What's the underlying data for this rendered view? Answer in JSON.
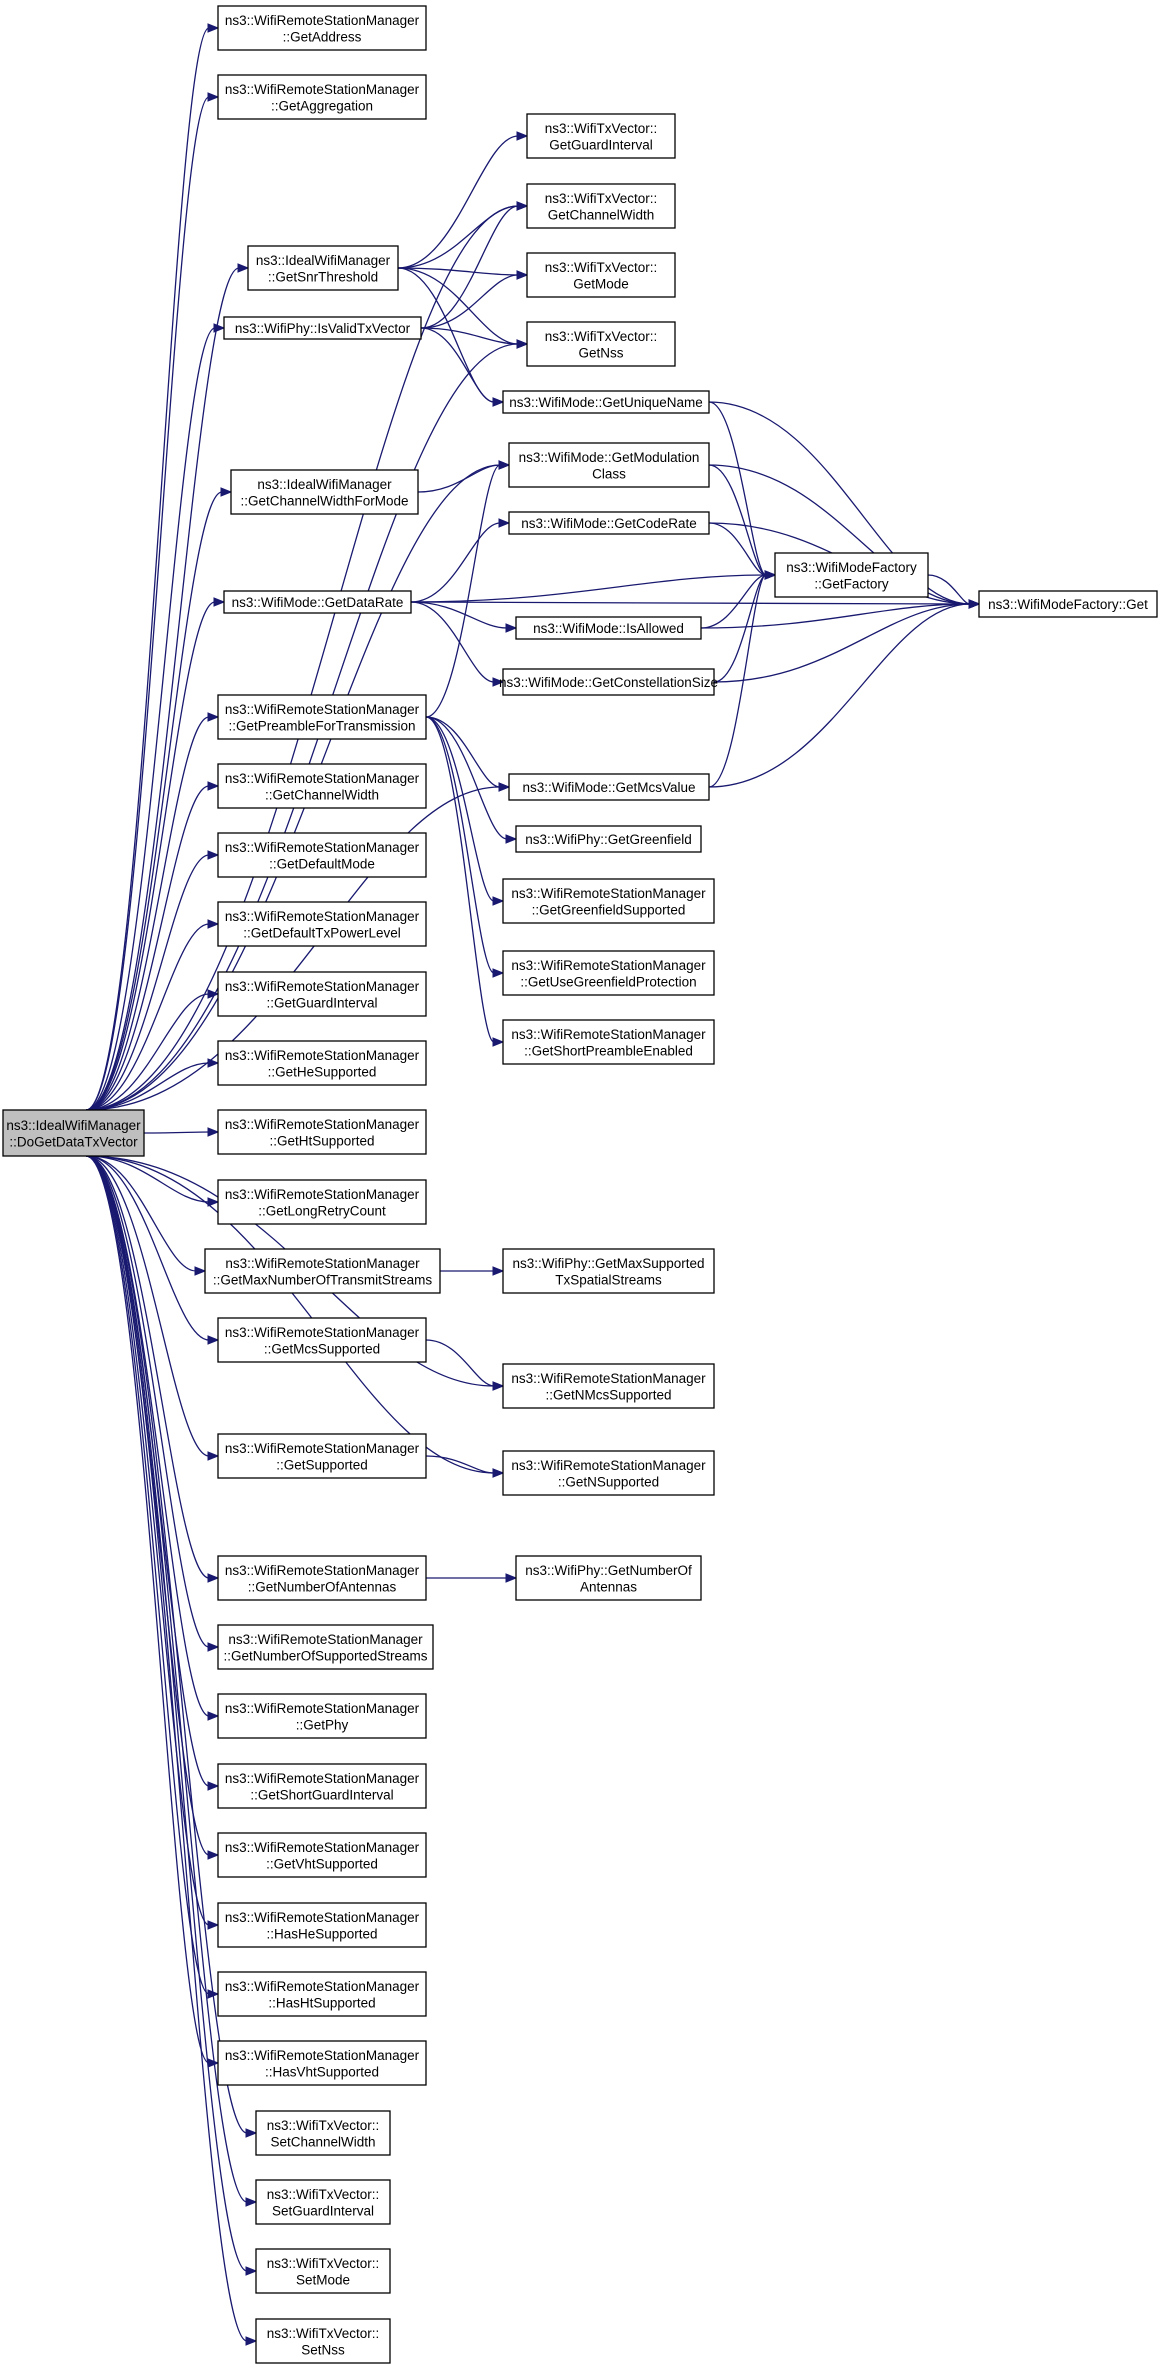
{
  "colors": {
    "edge": "#191970",
    "node_border": "#000000",
    "node_border_truncated": "#ff0000",
    "node_fill": "#ffffff",
    "node_fill_focus": "#bfbfbf"
  },
  "nodes": [
    {
      "id": "root",
      "lines": [
        "ns3::IdealWifiManager",
        "::DoGetDataTxVector"
      ],
      "focus": true
    },
    {
      "id": "getAddress",
      "lines": [
        "ns3::WifiRemoteStationManager",
        "::GetAddress"
      ]
    },
    {
      "id": "getAggregation",
      "lines": [
        "ns3::WifiRemoteStationManager",
        "::GetAggregation"
      ]
    },
    {
      "id": "txvGuard",
      "lines": [
        "ns3::WifiTxVector::",
        "GetGuardInterval"
      ]
    },
    {
      "id": "txvChanW",
      "lines": [
        "ns3::WifiTxVector::",
        "GetChannelWidth"
      ]
    },
    {
      "id": "getSnr",
      "lines": [
        "ns3::IdealWifiManager",
        "::GetSnrThreshold"
      ]
    },
    {
      "id": "txvMode",
      "lines": [
        "ns3::WifiTxVector::",
        "GetMode"
      ]
    },
    {
      "id": "isValid",
      "lines": [
        "ns3::WifiPhy::IsValidTxVector"
      ]
    },
    {
      "id": "txvNss",
      "lines": [
        "ns3::WifiTxVector::",
        "GetNss"
      ]
    },
    {
      "id": "uniqueName",
      "lines": [
        "ns3::WifiMode::GetUniqueName"
      ]
    },
    {
      "id": "chanWForMode",
      "lines": [
        "ns3::IdealWifiManager",
        "::GetChannelWidthForMode"
      ]
    },
    {
      "id": "modClass",
      "lines": [
        "ns3::WifiMode::GetModulation",
        "Class"
      ]
    },
    {
      "id": "codeRate",
      "lines": [
        "ns3::WifiMode::GetCodeRate"
      ]
    },
    {
      "id": "getFactory",
      "lines": [
        "ns3::WifiModeFactory",
        "::GetFactory"
      ],
      "truncated": true
    },
    {
      "id": "dataRate",
      "lines": [
        "ns3::WifiMode::GetDataRate"
      ]
    },
    {
      "id": "isAllowed",
      "lines": [
        "ns3::WifiMode::IsAllowed"
      ]
    },
    {
      "id": "factoryGet",
      "lines": [
        "ns3::WifiModeFactory::Get"
      ]
    },
    {
      "id": "constSize",
      "lines": [
        "ns3::WifiMode::GetConstellationSize"
      ]
    },
    {
      "id": "preamble",
      "lines": [
        "ns3::WifiRemoteStationManager",
        "::GetPreambleForTransmission"
      ]
    },
    {
      "id": "mcsValue",
      "lines": [
        "ns3::WifiMode::GetMcsValue"
      ]
    },
    {
      "id": "rsmChanW",
      "lines": [
        "ns3::WifiRemoteStationManager",
        "::GetChannelWidth"
      ]
    },
    {
      "id": "phyGreenfield",
      "lines": [
        "ns3::WifiPhy::GetGreenfield"
      ]
    },
    {
      "id": "defaultMode",
      "lines": [
        "ns3::WifiRemoteStationManager",
        "::GetDefaultMode"
      ]
    },
    {
      "id": "greenSupported",
      "lines": [
        "ns3::WifiRemoteStationManager",
        "::GetGreenfieldSupported"
      ],
      "truncated": true
    },
    {
      "id": "defTxPower",
      "lines": [
        "ns3::WifiRemoteStationManager",
        "::GetDefaultTxPowerLevel"
      ]
    },
    {
      "id": "useGreenProt",
      "lines": [
        "ns3::WifiRemoteStationManager",
        "::GetUseGreenfieldProtection"
      ]
    },
    {
      "id": "rsmGuard",
      "lines": [
        "ns3::WifiRemoteStationManager",
        "::GetGuardInterval"
      ]
    },
    {
      "id": "shortPreamble",
      "lines": [
        "ns3::WifiRemoteStationManager",
        "::GetShortPreambleEnabled"
      ]
    },
    {
      "id": "heSupported",
      "lines": [
        "ns3::WifiRemoteStationManager",
        "::GetHeSupported"
      ]
    },
    {
      "id": "htSupported",
      "lines": [
        "ns3::WifiRemoteStationManager",
        "::GetHtSupported"
      ]
    },
    {
      "id": "longRetry",
      "lines": [
        "ns3::WifiRemoteStationManager",
        "::GetLongRetryCount"
      ]
    },
    {
      "id": "maxStreams",
      "lines": [
        "ns3::WifiRemoteStationManager",
        "::GetMaxNumberOfTransmitStreams"
      ]
    },
    {
      "id": "phyMaxSpatial",
      "lines": [
        "ns3::WifiPhy::GetMaxSupported",
        "TxSpatialStreams"
      ]
    },
    {
      "id": "mcsSupported",
      "lines": [
        "ns3::WifiRemoteStationManager",
        "::GetMcsSupported"
      ]
    },
    {
      "id": "nMcsSupported",
      "lines": [
        "ns3::WifiRemoteStationManager",
        "::GetNMcsSupported"
      ]
    },
    {
      "id": "supported",
      "lines": [
        "ns3::WifiRemoteStationManager",
        "::GetSupported"
      ]
    },
    {
      "id": "nSupported",
      "lines": [
        "ns3::WifiRemoteStationManager",
        "::GetNSupported"
      ]
    },
    {
      "id": "numAntennas",
      "lines": [
        "ns3::WifiRemoteStationManager",
        "::GetNumberOfAntennas"
      ]
    },
    {
      "id": "phyNumAntennas",
      "lines": [
        "ns3::WifiPhy::GetNumberOf",
        "Antennas"
      ]
    },
    {
      "id": "numSupStreams",
      "lines": [
        "ns3::WifiRemoteStationManager",
        "::GetNumberOfSupportedStreams"
      ]
    },
    {
      "id": "getPhy",
      "lines": [
        "ns3::WifiRemoteStationManager",
        "::GetPhy"
      ]
    },
    {
      "id": "shortGuard",
      "lines": [
        "ns3::WifiRemoteStationManager",
        "::GetShortGuardInterval"
      ]
    },
    {
      "id": "vhtSupported",
      "lines": [
        "ns3::WifiRemoteStationManager",
        "::GetVhtSupported"
      ],
      "truncated": true
    },
    {
      "id": "hasHe",
      "lines": [
        "ns3::WifiRemoteStationManager",
        "::HasHeSupported"
      ]
    },
    {
      "id": "hasHt",
      "lines": [
        "ns3::WifiRemoteStationManager",
        "::HasHtSupported"
      ]
    },
    {
      "id": "hasVht",
      "lines": [
        "ns3::WifiRemoteStationManager",
        "::HasVhtSupported"
      ]
    },
    {
      "id": "setChanW",
      "lines": [
        "ns3::WifiTxVector::",
        "SetChannelWidth"
      ]
    },
    {
      "id": "setGuard",
      "lines": [
        "ns3::WifiTxVector::",
        "SetGuardInterval"
      ]
    },
    {
      "id": "setMode",
      "lines": [
        "ns3::WifiTxVector::",
        "SetMode"
      ]
    },
    {
      "id": "setNss",
      "lines": [
        "ns3::WifiTxVector::",
        "SetNss"
      ]
    }
  ],
  "edges": [
    [
      "root",
      "getAddress"
    ],
    [
      "root",
      "getAggregation"
    ],
    [
      "root",
      "txvChanW"
    ],
    [
      "root",
      "getSnr"
    ],
    [
      "root",
      "isValid"
    ],
    [
      "root",
      "txvNss"
    ],
    [
      "root",
      "chanWForMode"
    ],
    [
      "root",
      "modClass"
    ],
    [
      "root",
      "dataRate"
    ],
    [
      "root",
      "mcsValue"
    ],
    [
      "root",
      "preamble"
    ],
    [
      "root",
      "rsmChanW"
    ],
    [
      "root",
      "defaultMode"
    ],
    [
      "root",
      "defTxPower"
    ],
    [
      "root",
      "rsmGuard"
    ],
    [
      "root",
      "heSupported"
    ],
    [
      "root",
      "htSupported"
    ],
    [
      "root",
      "longRetry"
    ],
    [
      "root",
      "maxStreams"
    ],
    [
      "root",
      "mcsSupported"
    ],
    [
      "root",
      "nMcsSupported"
    ],
    [
      "root",
      "supported"
    ],
    [
      "root",
      "nSupported"
    ],
    [
      "root",
      "numAntennas"
    ],
    [
      "root",
      "numSupStreams"
    ],
    [
      "root",
      "getPhy"
    ],
    [
      "root",
      "shortGuard"
    ],
    [
      "root",
      "vhtSupported"
    ],
    [
      "root",
      "hasHe"
    ],
    [
      "root",
      "hasHt"
    ],
    [
      "root",
      "hasVht"
    ],
    [
      "root",
      "setChanW"
    ],
    [
      "root",
      "setGuard"
    ],
    [
      "root",
      "setMode"
    ],
    [
      "root",
      "setNss"
    ],
    [
      "getSnr",
      "txvGuard"
    ],
    [
      "getSnr",
      "txvChanW"
    ],
    [
      "getSnr",
      "txvMode"
    ],
    [
      "getSnr",
      "txvNss"
    ],
    [
      "getSnr",
      "uniqueName"
    ],
    [
      "isValid",
      "txvChanW"
    ],
    [
      "isValid",
      "txvMode"
    ],
    [
      "isValid",
      "txvNss"
    ],
    [
      "isValid",
      "uniqueName"
    ],
    [
      "uniqueName",
      "getFactory"
    ],
    [
      "uniqueName",
      "factoryGet"
    ],
    [
      "chanWForMode",
      "modClass"
    ],
    [
      "modClass",
      "getFactory"
    ],
    [
      "modClass",
      "factoryGet"
    ],
    [
      "codeRate",
      "getFactory"
    ],
    [
      "codeRate",
      "factoryGet"
    ],
    [
      "dataRate",
      "codeRate"
    ],
    [
      "dataRate",
      "getFactory"
    ],
    [
      "dataRate",
      "isAllowed"
    ],
    [
      "dataRate",
      "constSize"
    ],
    [
      "dataRate",
      "factoryGet"
    ],
    [
      "getFactory",
      "factoryGet"
    ],
    [
      "isAllowed",
      "getFactory"
    ],
    [
      "isAllowed",
      "factoryGet"
    ],
    [
      "constSize",
      "getFactory"
    ],
    [
      "constSize",
      "factoryGet"
    ],
    [
      "mcsValue",
      "getFactory"
    ],
    [
      "mcsValue",
      "factoryGet"
    ],
    [
      "preamble",
      "modClass"
    ],
    [
      "preamble",
      "mcsValue"
    ],
    [
      "preamble",
      "phyGreenfield"
    ],
    [
      "preamble",
      "greenSupported"
    ],
    [
      "preamble",
      "useGreenProt"
    ],
    [
      "preamble",
      "shortPreamble"
    ],
    [
      "maxStreams",
      "phyMaxSpatial"
    ],
    [
      "mcsSupported",
      "nMcsSupported"
    ],
    [
      "supported",
      "nSupported"
    ],
    [
      "numAntennas",
      "phyNumAntennas"
    ]
  ]
}
